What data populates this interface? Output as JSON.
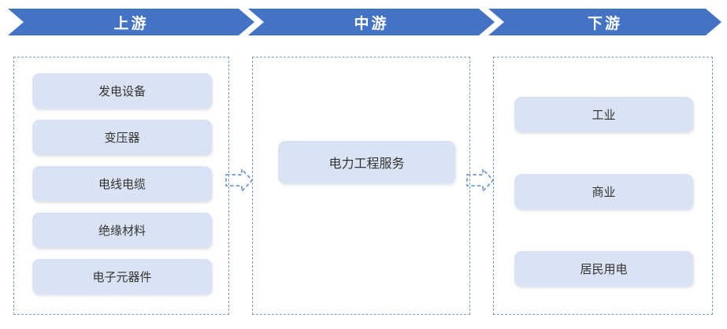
{
  "banners": [
    {
      "label": "上游"
    },
    {
      "label": "中游"
    },
    {
      "label": "下游"
    }
  ],
  "columns": [
    {
      "items": [
        "发电设备",
        "变压器",
        "电线电缆",
        "绝缘材料",
        "电子元器件"
      ]
    },
    {
      "items": [
        "电力工程服务"
      ]
    },
    {
      "items": [
        "工业",
        "商业",
        "居民用电"
      ]
    }
  ],
  "icons": {
    "flow_arrow": "dashed-right-block-arrow"
  },
  "colors": {
    "banner_blue": "#4472C4",
    "banner_text": "#FFFFFF",
    "chip_fill": "#DAE3F3",
    "chip_text": "#333333",
    "dashed_border": "#7C9CB8",
    "flow_arrow": "#5B8BC9"
  }
}
